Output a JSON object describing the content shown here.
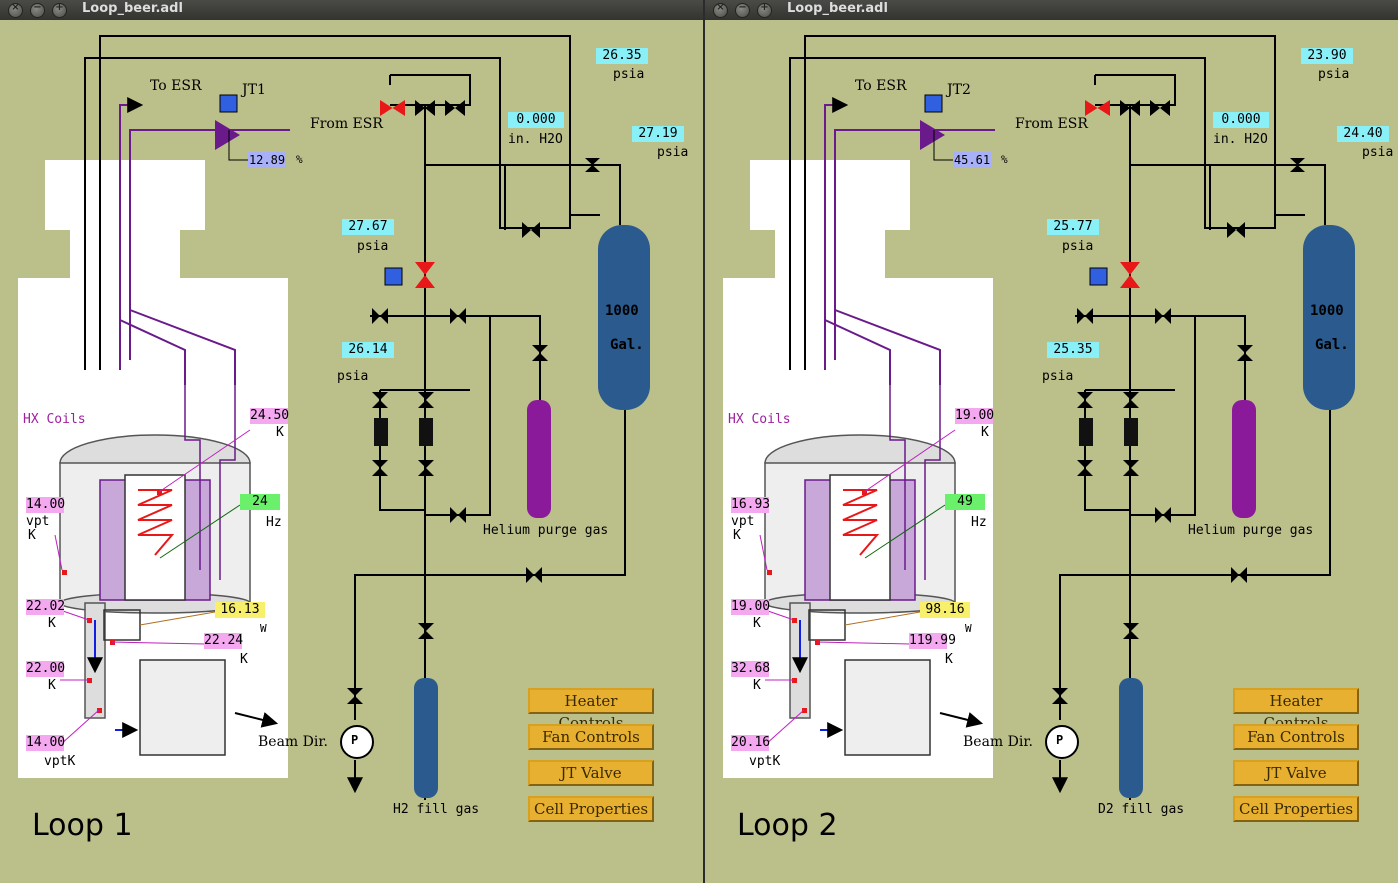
{
  "windows": [
    {
      "title": "Loop_beer.adl",
      "loop_label": "Loop 1",
      "jt_label": "JT1",
      "to_esr": "To ESR",
      "from_esr": "From ESR",
      "jt_percent": "12.89",
      "percent_unit": "%",
      "p_top": "26.35",
      "p_top_unit": "psia",
      "h2o": "0.000",
      "h2o_unit": "in. H2O",
      "p_right": "27.19",
      "p_right_unit": "psia",
      "p_mid": "27.67",
      "p_mid_unit": "psia",
      "p_low": "26.14",
      "p_low_unit": "psia",
      "tank": [
        "1000",
        "Gal."
      ],
      "hx_label": "HX Coils",
      "t_topright": "24.50",
      "t_topright_unit": "K",
      "t_vpt": "14.00",
      "vpt_label": "vpt",
      "vpt_unit": "K",
      "fan_hz": "24",
      "fan_unit": "Hz",
      "t_a": "22.02",
      "t_a_unit": "K",
      "heater_w": "16.13",
      "heater_unit": "W",
      "t_b": "22.24",
      "t_b_unit": "K",
      "t_c": "22.00",
      "t_c_unit": "K",
      "t_vptk": "14.00",
      "vptk_label": "vptK",
      "beam": "Beam Dir.",
      "pump": "P",
      "purge": "Helium purge gas",
      "fill": "H2 fill gas",
      "buttons": [
        "Heater Controls",
        "Fan Controls",
        "JT Valve",
        "Cell Properties"
      ]
    },
    {
      "title": "Loop_beer.adl",
      "loop_label": "Loop 2",
      "jt_label": "JT2",
      "to_esr": "To ESR",
      "from_esr": "From ESR",
      "jt_percent": "45.61",
      "percent_unit": "%",
      "p_top": "23.90",
      "p_top_unit": "psia",
      "h2o": "0.000",
      "h2o_unit": "in. H2O",
      "p_right": "24.40",
      "p_right_unit": "psia",
      "p_mid": "25.77",
      "p_mid_unit": "psia",
      "p_low": "25.35",
      "p_low_unit": "psia",
      "tank": [
        "1000",
        "Gal."
      ],
      "hx_label": "HX Coils",
      "t_topright": "19.00",
      "t_topright_unit": "K",
      "t_vpt": "16.93",
      "vpt_label": "vpt",
      "vpt_unit": "K",
      "fan_hz": "49",
      "fan_unit": "Hz",
      "t_a": "19.00",
      "t_a_unit": "K",
      "heater_w": "98.16",
      "heater_unit": "W",
      "t_b": "119.99",
      "t_b_unit": "K",
      "t_c": "32.68",
      "t_c_unit": "K",
      "t_vptk": "20.16",
      "vptk_label": "vptK",
      "beam": "Beam Dir.",
      "pump": "P",
      "purge": "Helium purge gas",
      "fill": "D2 fill gas",
      "buttons": [
        "Heater Controls",
        "Fan Controls",
        "JT Valve",
        "Cell Properties"
      ]
    }
  ],
  "window_controls": [
    "×",
    "−",
    "+"
  ],
  "colors": {
    "panel": "#bbbf8a",
    "tank": "#2a5a8e",
    "purge": "#8a1a9a",
    "valve_red": "#e81818",
    "button": "#e8b030"
  }
}
